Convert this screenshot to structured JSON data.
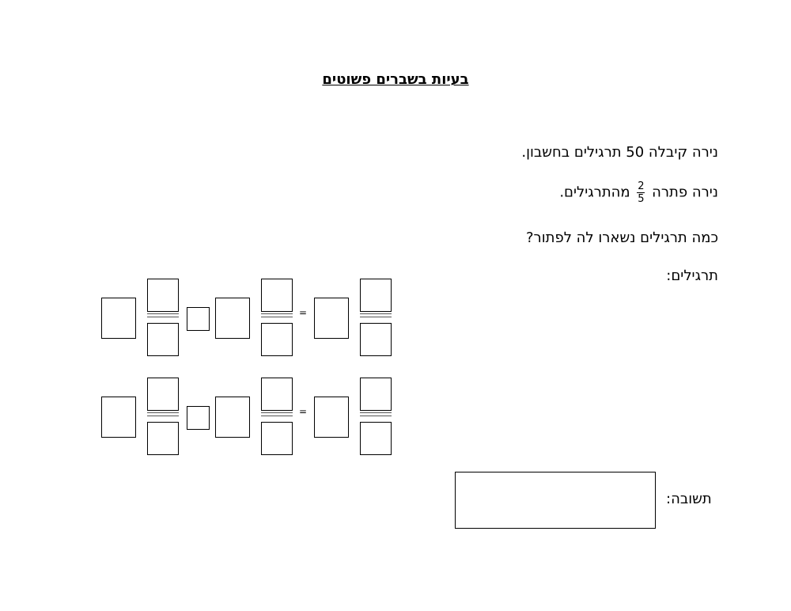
{
  "title": "בעיות בשברים פשוטים",
  "problem": {
    "line1": "נירה קיבלה 50 תרגילים בחשבון.",
    "line2_before": "נירה פתרה",
    "fraction": {
      "numerator": "2",
      "denominator": "5"
    },
    "line2_after": "מהתרגילים.",
    "question": "כמה תרגילים נשארו לה לפתור?",
    "exercises_label": "תרגילים:"
  },
  "equation_rows": [
    {
      "equals": "="
    },
    {
      "equals": "="
    }
  ],
  "answer": {
    "label": "תשובה:",
    "value": ""
  }
}
